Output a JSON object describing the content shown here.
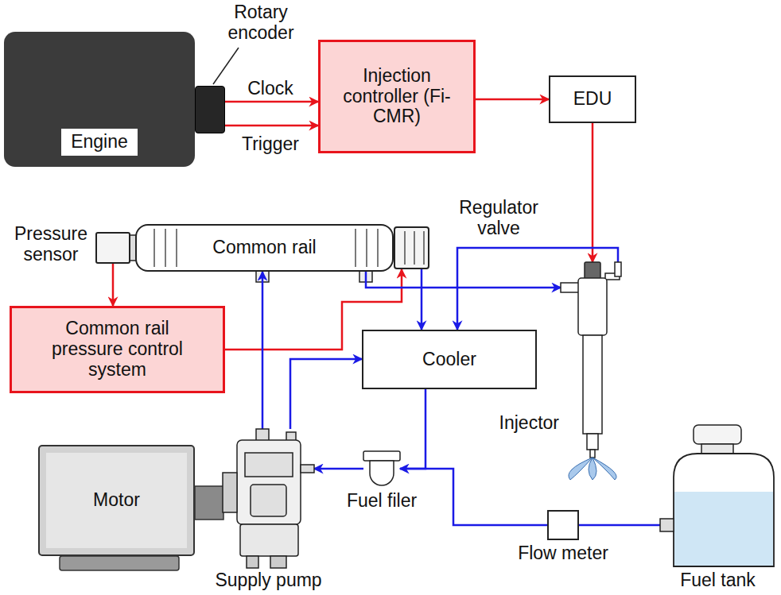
{
  "diagram": {
    "nodes": [
      {
        "text": [
          "Engine"
        ]
      },
      {
        "text": [
          "Rotary encoder"
        ]
      },
      {
        "text": [
          "Injection controller (Fi-CMR)"
        ]
      },
      {
        "text": [
          "EDU"
        ]
      },
      {
        "text": [
          "Pressure sensor"
        ]
      },
      {
        "text": [
          "Common rail"
        ]
      },
      {
        "text": [
          "Regulator valve"
        ]
      },
      {
        "text": [
          "Common rail pressure control system"
        ]
      },
      {
        "text": [
          "Cooler"
        ]
      },
      {
        "text": [
          "Injector"
        ]
      },
      {
        "text": [
          "Motor"
        ]
      },
      {
        "text": [
          "Supply pump"
        ]
      },
      {
        "text": [
          "Fuel filer"
        ]
      },
      {
        "text": [
          "Flow meter"
        ]
      },
      {
        "text": [
          "Fuel tank"
        ]
      }
    ],
    "edges": [
      {
        "from": 1,
        "to": 2,
        "arrow": "to",
        "label": "Clock"
      },
      {
        "from": 1,
        "to": 2,
        "arrow": "to",
        "label": "Trigger"
      },
      {
        "from": 2,
        "to": 3,
        "arrow": "to"
      },
      {
        "from": 3,
        "to": 9,
        "arrow": "to"
      },
      {
        "from": 4,
        "to": 7,
        "arrow": "to"
      },
      {
        "from": 7,
        "to": 6,
        "arrow": "to"
      },
      {
        "from": 11,
        "to": 5,
        "arrow": "to"
      },
      {
        "from": 5,
        "to": 9,
        "arrow": "to"
      },
      {
        "from": 6,
        "to": 8,
        "arrow": "to"
      },
      {
        "from": 9,
        "to": 8,
        "arrow": "to"
      },
      {
        "from": 11,
        "to": 8,
        "arrow": "to"
      },
      {
        "from": 8,
        "to": 12,
        "arrow": "to"
      },
      {
        "from": 13,
        "to": 12,
        "arrow": "none"
      },
      {
        "from": 14,
        "to": 13,
        "arrow": "none"
      },
      {
        "from": 12,
        "to": 11,
        "arrow": "to"
      }
    ]
  }
}
